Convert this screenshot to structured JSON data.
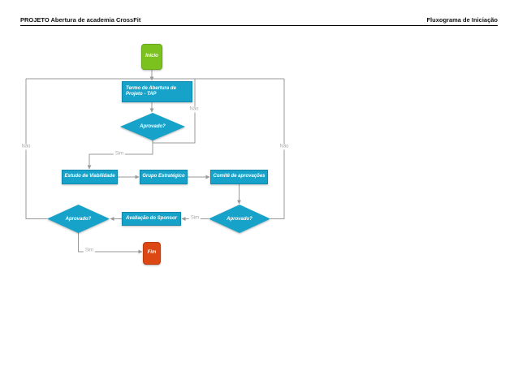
{
  "header": {
    "title_left": "PROJETO Abertura de academia CrossFit",
    "title_right": "Fluxograma de Iniciação"
  },
  "colors": {
    "process": "#17A3C9",
    "process-border": "#1189AC",
    "start": "#7CC21F",
    "start-border": "#68A81A",
    "end": "#DC4713",
    "end-border": "#BC3D10",
    "line": "#999999",
    "edge-label": "#A8A8A8"
  },
  "flowchart": {
    "nodes": {
      "inicio": {
        "label": "Início",
        "type": "start"
      },
      "tap": {
        "label": "Termo de Abertura de Projeto - TAP",
        "type": "process"
      },
      "aprovado1": {
        "label": "Aprovado?",
        "type": "decision"
      },
      "estudo": {
        "label": "Estudo de Viabilidade",
        "type": "process"
      },
      "grupo": {
        "label": "Grupo Estratégico",
        "type": "process"
      },
      "comite": {
        "label": "Comitê de aprovações",
        "type": "process"
      },
      "aprovado2": {
        "label": "Aprovado?",
        "type": "decision"
      },
      "avaliacao": {
        "label": "Avaliação do Sponsor",
        "type": "process"
      },
      "aprovado3": {
        "label": "Aprovado?",
        "type": "decision"
      },
      "fim": {
        "label": "Fim",
        "type": "end"
      }
    },
    "edge_labels": {
      "sim1": "Sim",
      "nao1": "Não",
      "sim2": "Sim",
      "nao2": "Não",
      "sim3": "Sim",
      "nao3": "Não"
    }
  }
}
